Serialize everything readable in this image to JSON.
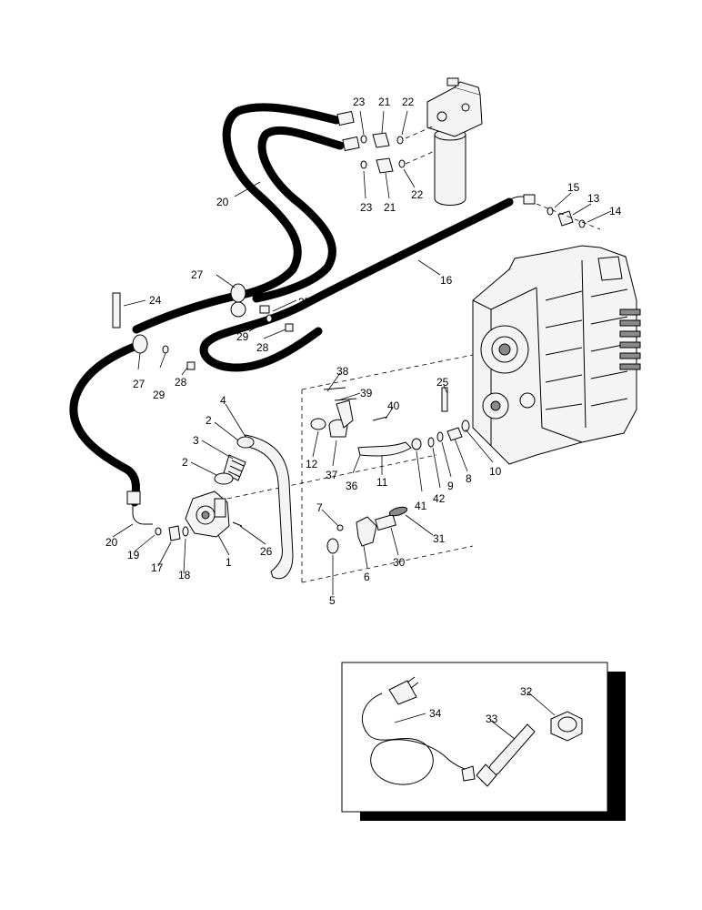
{
  "callouts": [
    {
      "id": "c1",
      "text": "1"
    },
    {
      "id": "c2a",
      "text": "2"
    },
    {
      "id": "c2b",
      "text": "2"
    },
    {
      "id": "c3",
      "text": "3"
    },
    {
      "id": "c4",
      "text": "4"
    },
    {
      "id": "c5",
      "text": "5"
    },
    {
      "id": "c6",
      "text": "6"
    },
    {
      "id": "c7",
      "text": "7"
    },
    {
      "id": "c8",
      "text": "8"
    },
    {
      "id": "c9",
      "text": "9"
    },
    {
      "id": "c10",
      "text": "10"
    },
    {
      "id": "c11",
      "text": "11"
    },
    {
      "id": "c12",
      "text": "12"
    },
    {
      "id": "c13",
      "text": "13"
    },
    {
      "id": "c14",
      "text": "14"
    },
    {
      "id": "c15",
      "text": "15"
    },
    {
      "id": "c16",
      "text": "16"
    },
    {
      "id": "c17",
      "text": "17"
    },
    {
      "id": "c18",
      "text": "18"
    },
    {
      "id": "c19",
      "text": "19"
    },
    {
      "id": "c20a",
      "text": "20"
    },
    {
      "id": "c20b",
      "text": "20"
    },
    {
      "id": "c21a",
      "text": "21"
    },
    {
      "id": "c21b",
      "text": "21"
    },
    {
      "id": "c22a",
      "text": "22"
    },
    {
      "id": "c22b",
      "text": "22"
    },
    {
      "id": "c23a",
      "text": "23"
    },
    {
      "id": "c23b",
      "text": "23"
    },
    {
      "id": "c24",
      "text": "24"
    },
    {
      "id": "c25",
      "text": "25"
    },
    {
      "id": "c26",
      "text": "26"
    },
    {
      "id": "c27a",
      "text": "27"
    },
    {
      "id": "c27b",
      "text": "27"
    },
    {
      "id": "c28a",
      "text": "28"
    },
    {
      "id": "c28b",
      "text": "28"
    },
    {
      "id": "c29a",
      "text": "29"
    },
    {
      "id": "c29b",
      "text": "29"
    },
    {
      "id": "c30",
      "text": "30"
    },
    {
      "id": "c31",
      "text": "31"
    },
    {
      "id": "c32",
      "text": "32"
    },
    {
      "id": "c33",
      "text": "33"
    },
    {
      "id": "c34",
      "text": "34"
    },
    {
      "id": "c35",
      "text": "35"
    },
    {
      "id": "c36",
      "text": "36"
    },
    {
      "id": "c37",
      "text": "37"
    },
    {
      "id": "c38",
      "text": "38"
    },
    {
      "id": "c39",
      "text": "39"
    },
    {
      "id": "c40",
      "text": "40"
    },
    {
      "id": "c41",
      "text": "41"
    },
    {
      "id": "c42",
      "text": "42"
    }
  ]
}
